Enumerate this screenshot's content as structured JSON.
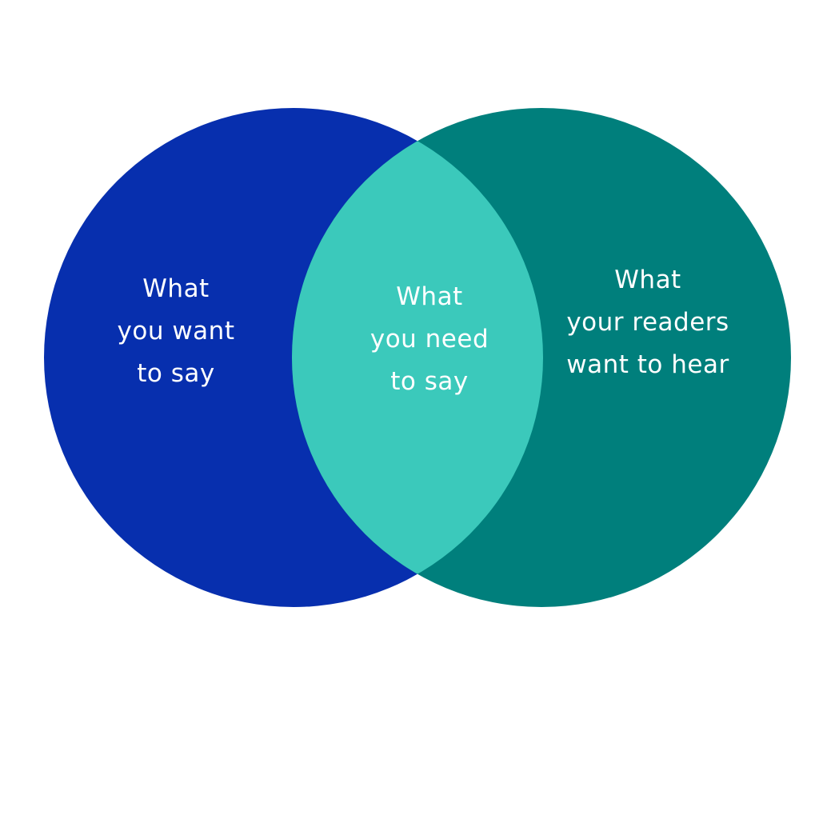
{
  "diagram": {
    "type": "venn",
    "colors": {
      "left": "#072FAE",
      "right": "#007F7C",
      "overlap": "#3BC9BB",
      "text": "#FFFFFF",
      "background": "#FFFFFF"
    },
    "sets": [
      {
        "id": "left",
        "lines": [
          "What",
          "you want",
          "to say"
        ]
      },
      {
        "id": "overlap",
        "lines": [
          "What",
          "you need",
          "to say"
        ]
      },
      {
        "id": "right",
        "lines": [
          "What",
          "your readers",
          "want to hear"
        ]
      }
    ]
  }
}
